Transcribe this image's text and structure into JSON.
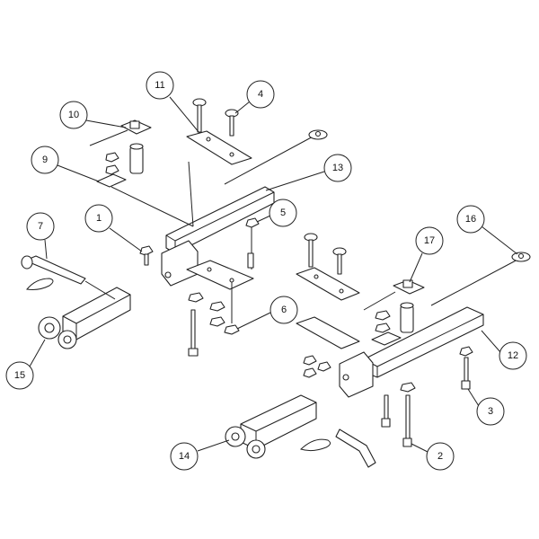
{
  "diagram": {
    "type": "exploded parts diagram",
    "callouts": [
      "1",
      "2",
      "3",
      "4",
      "5",
      "6",
      "7",
      "9",
      "10",
      "11",
      "12",
      "13",
      "14",
      "15",
      "16",
      "17"
    ]
  }
}
